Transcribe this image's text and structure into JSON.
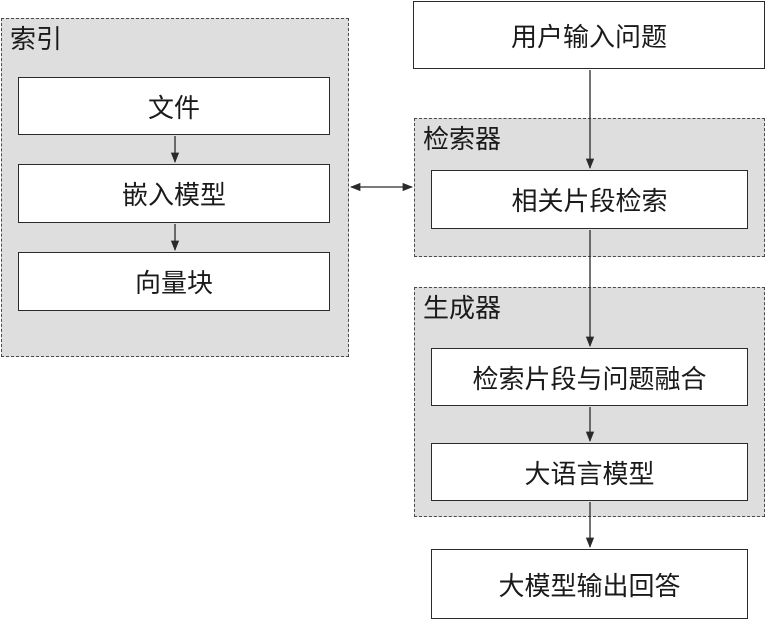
{
  "groups": {
    "index": "索引",
    "retriever": "检索器",
    "generator": "生成器"
  },
  "boxes": {
    "user_question": "用户输入问题",
    "document": "文件",
    "embedding_model": "嵌入模型",
    "vector_chunks": "向量块",
    "relevant_retrieval": "相关片段检索",
    "fusion": "检索片段与问题融合",
    "llm": "大语言模型",
    "output": "大模型输出回答"
  }
}
